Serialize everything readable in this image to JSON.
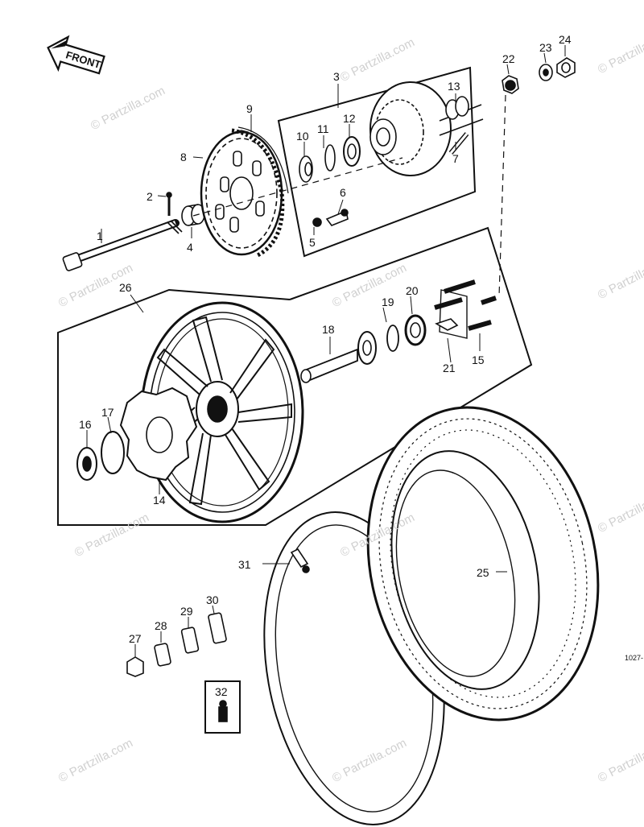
{
  "direction_label": "FRONT",
  "watermark": "© Partzilla.com",
  "reference_code": "1027-",
  "callouts": [
    "1",
    "2",
    "3",
    "4",
    "5",
    "6",
    "7",
    "8",
    "9",
    "10",
    "11",
    "12",
    "13",
    "14",
    "15",
    "16",
    "17",
    "18",
    "19",
    "20",
    "21",
    "22",
    "23",
    "24",
    "25",
    "26",
    "27",
    "28",
    "29",
    "30",
    "31",
    "32"
  ]
}
